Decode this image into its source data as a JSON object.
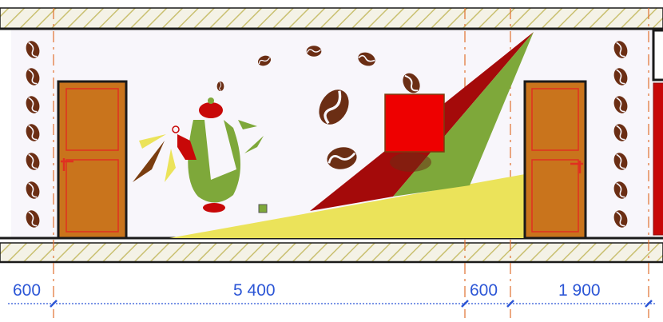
{
  "drawing": {
    "colors": {
      "wall": "#f8f6fb",
      "slab_hatch": "#c9c070",
      "outline": "#1a1a1a",
      "door_fill": "#c9741c",
      "door_frame": "#e03020",
      "coffee_bean": "#6b2e14",
      "red": "#c80808",
      "dark_red": "#a40a0a",
      "green": "#7ea83a",
      "yellow": "#ebe35a",
      "dimension_blue": "#2c56d6",
      "axis_orange": "#e07030"
    },
    "dimensions": [
      {
        "label": "600"
      },
      {
        "label": "5 400"
      },
      {
        "label": "600"
      },
      {
        "label": "1 900"
      }
    ],
    "elements": {
      "left_door": "door",
      "right_door": "door",
      "bean_columns": "coffee-bean",
      "mural": "coffee-pot mural"
    }
  }
}
